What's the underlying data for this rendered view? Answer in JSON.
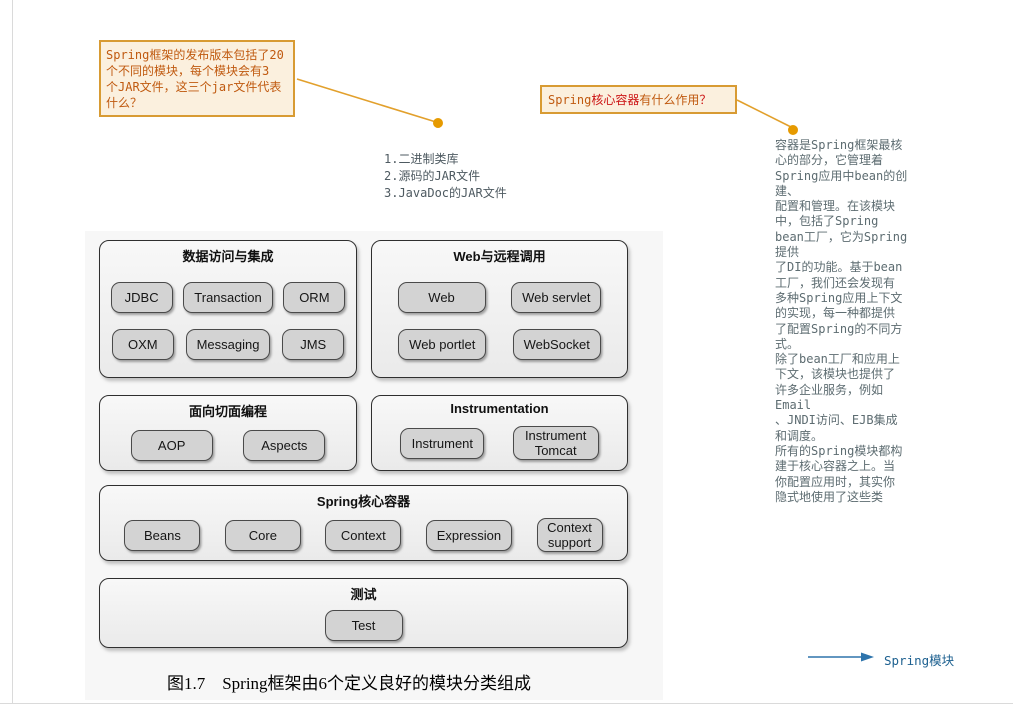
{
  "colors": {
    "annotation_orange": "#C05A10",
    "annotation_red": "#CC1414",
    "annotation_border": "#D89B33",
    "annotation_background": "#FBF0DE",
    "callout_gold": "#E2A02C",
    "callout_dot": "#E69A00",
    "link_blue": "#1E6190",
    "arrow_blue": "#2E74AC",
    "module_gray": "#D3D3D3",
    "note_text_gray": "#5D6C71"
  },
  "annotations": {
    "jar_question": {
      "text": "Spring框架的发布版本包括了20\n个不同的模块，每个模块会有3\n个JAR文件，这三个jar文件代表\n什么？"
    },
    "core_question": {
      "part_spring": "Spring",
      "part_core": "核心容器",
      "part_question": "有什么作用",
      "part_mark": "？"
    },
    "jar_answers": [
      "1.二进制类库",
      "2.源码的JAR文件",
      "3.JavaDoc的JAR文件"
    ],
    "container_description": "容器是Spring框架最核\n心的部分，它管理着\nSpring应用中bean的创\n建、\n配置和管理。在该模块\n中，包括了Spring\nbean工厂，它为Spring\n提供\n了DI的功能。基于bean\n工厂，我们还会发现有\n多种Spring应用上下文\n的实现，每一种都提供\n了配置Spring的不同方\n式。\n除了bean工厂和应用上\n下文，该模块也提供了\n许多企业服务，例如\nEmail\n、JNDI访问、EJB集成\n和调度。\n所有的Spring模块都构\n建于核心容器之上。当\n你配置应用时，其实你\n隐式地使用了这些类",
    "spring_module_label": "Spring模块"
  },
  "diagram": {
    "sections": [
      {
        "title": "数据访问与集成",
        "modules": [
          "JDBC",
          "Transaction",
          "ORM",
          "OXM",
          "Messaging",
          "JMS"
        ]
      },
      {
        "title": "Web与远程调用",
        "modules": [
          "Web",
          "Web servlet",
          "Web portlet",
          "WebSocket"
        ]
      },
      {
        "title": "面向切面编程",
        "modules": [
          "AOP",
          "Aspects"
        ]
      },
      {
        "title": "Instrumentation",
        "modules": [
          "Instrument",
          "Instrument Tomcat"
        ]
      },
      {
        "title": "Spring核心容器",
        "modules": [
          "Beans",
          "Core",
          "Context",
          "Expression",
          "Context support"
        ]
      },
      {
        "title": "测试",
        "modules": [
          "Test"
        ]
      }
    ],
    "caption": "图1.7　Spring框架由6个定义良好的模块分类组成"
  }
}
